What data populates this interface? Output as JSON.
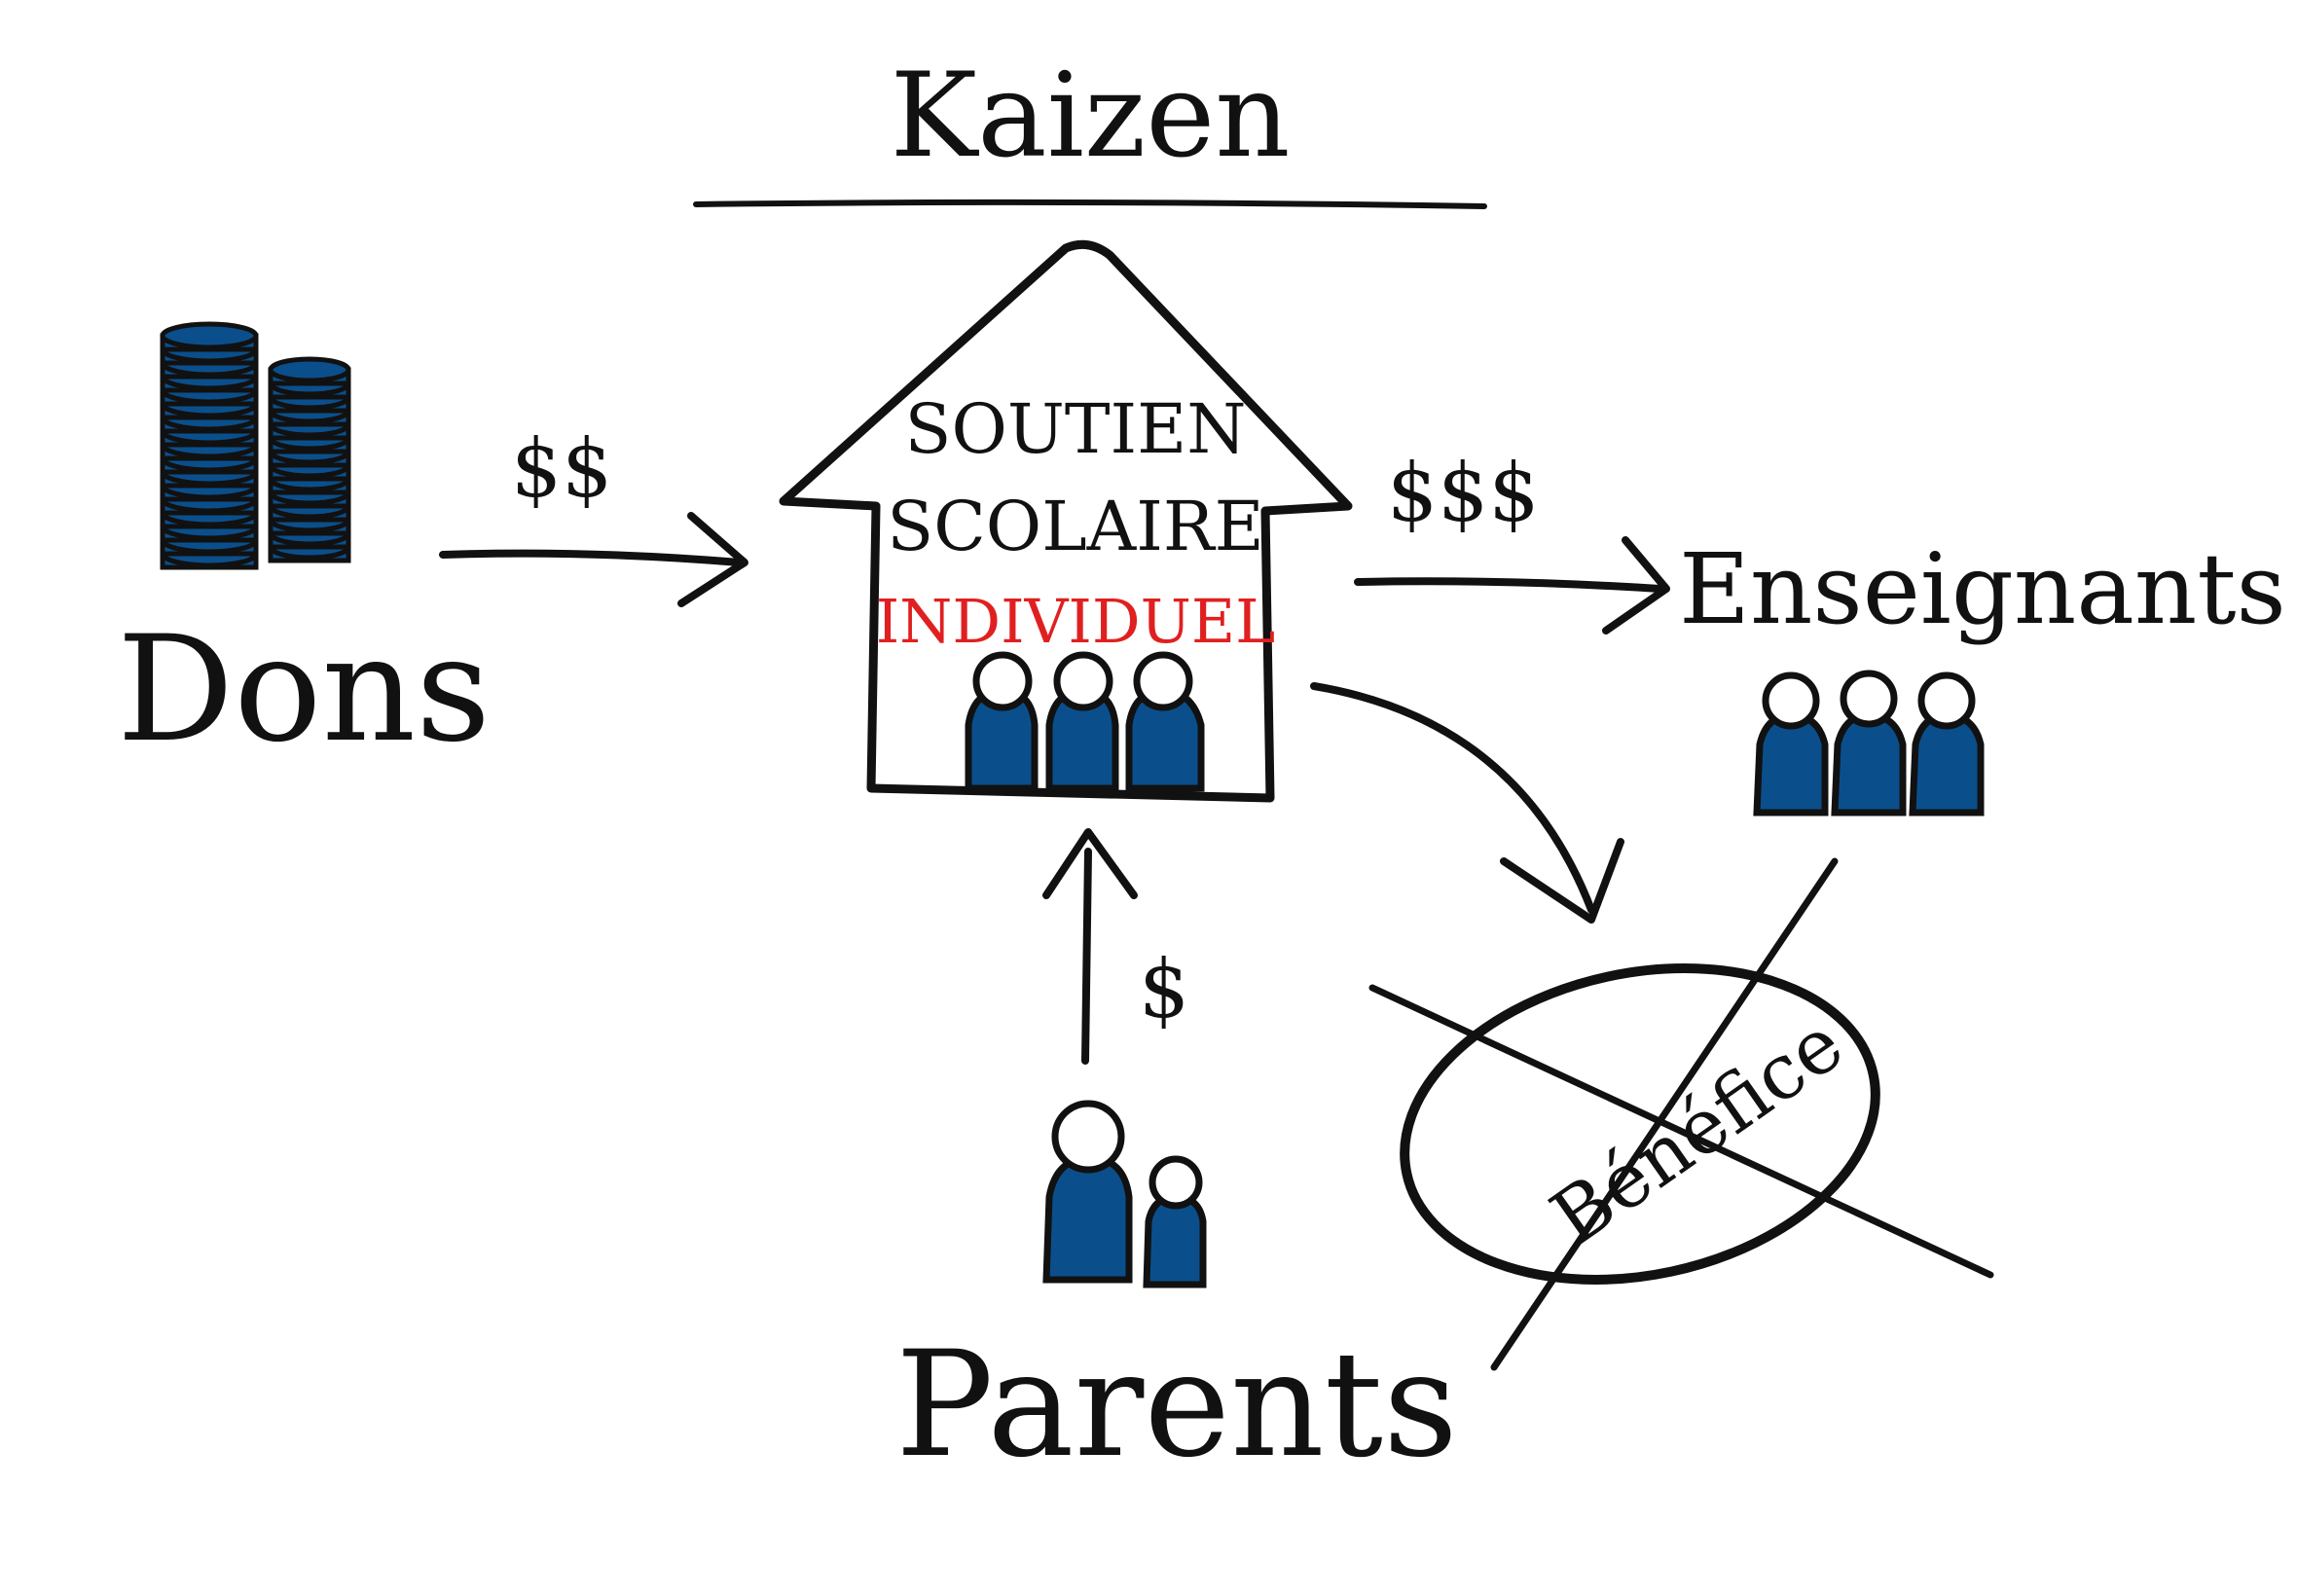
{
  "title": "Kaizen",
  "house": {
    "line1": "SOUTIEN",
    "line2": "SCOLAIRE",
    "line3": "INDIVIDUEL"
  },
  "nodes": {
    "donors": "Dons",
    "teachers": "Enseignants",
    "parents": "Parents",
    "profit": "Bénéfice"
  },
  "flows": {
    "donors_to_house": "$$",
    "house_to_teachers": "$$$",
    "parents_to_house": "$"
  },
  "colors": {
    "people": "#0a4f8c",
    "ink": "#111111",
    "accent_red": "#e02020"
  },
  "icons": [
    "coin-stack-icon",
    "person-icon",
    "house-icon",
    "arrow-icon"
  ]
}
